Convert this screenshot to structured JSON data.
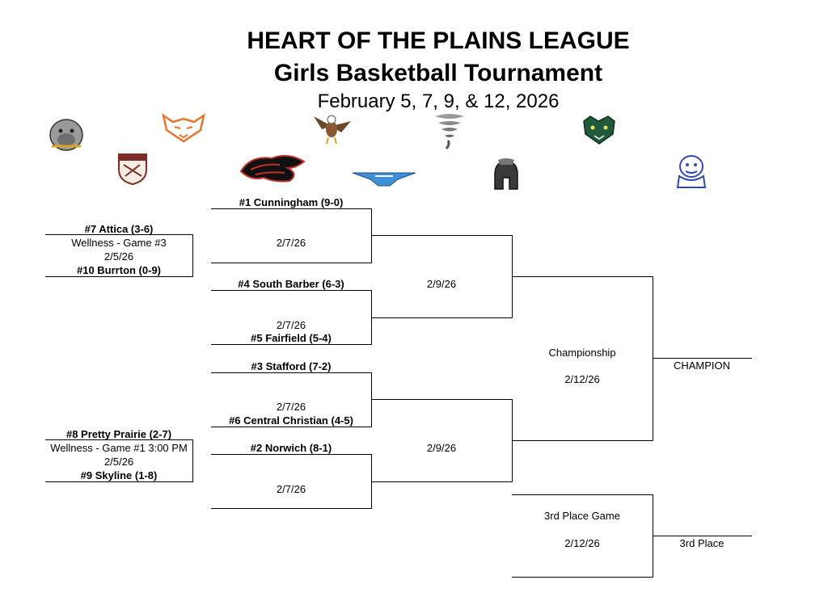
{
  "header": {
    "league": "HEART OF THE PLAINS LEAGUE",
    "tournament": "Girls Basketball Tournament",
    "dates": "February 5, 7, 9, & 12,  2026"
  },
  "logos": [
    {
      "name": "bulldog-gray-icon",
      "color": "#8c8c8c"
    },
    {
      "name": "wildcat-orange-icon",
      "color": "#e8742c"
    },
    {
      "name": "chargers-shield-icon",
      "color": "#7b2d26"
    },
    {
      "name": "eagle-icon",
      "color": "#6b4a2b"
    },
    {
      "name": "red-black-wing-icon",
      "color": "#c0302a"
    },
    {
      "name": "thunderbird-blue-icon",
      "color": "#3f8fd8"
    },
    {
      "name": "tornado-icon",
      "color": "#8a8a8a"
    },
    {
      "name": "spartan-helmet-icon",
      "color": "#333333"
    },
    {
      "name": "panther-green-icon",
      "color": "#1f5a3c"
    },
    {
      "name": "bulldog-blue-icon",
      "color": "#3147b8"
    }
  ],
  "play_in": [
    {
      "top": "#7 Attica (3-6)",
      "game": "Wellness - Game #3",
      "date": "2/5/26",
      "bottom": "#10 Burrton (0-9)"
    },
    {
      "top": "#8 Pretty Prairie (2-7)",
      "game": "Wellness - Game #1 3:00 PM",
      "date": "2/5/26",
      "bottom": "#9 Skyline (1-8)"
    }
  ],
  "quarterfinals": [
    {
      "top": "#1 Cunningham (9-0)",
      "date": "2/7/26"
    },
    {
      "top": "#4 South Barber (6-3)",
      "date": "2/7/26",
      "bottom": "#5 Fairfield (5-4)"
    },
    {
      "top": "#3 Stafford (7-2)",
      "date": "2/7/26",
      "bottom": "#6 Central Christian (4-5)"
    },
    {
      "top": "#2 Norwich (8-1)",
      "date": "2/7/26"
    }
  ],
  "semifinals": [
    {
      "date": "2/9/26"
    },
    {
      "date": "2/9/26"
    }
  ],
  "championship": {
    "label": "Championship",
    "date": "2/12/26",
    "result": "CHAMPION"
  },
  "third_place": {
    "label": "3rd Place Game",
    "date": "2/12/26",
    "result": "3rd Place"
  }
}
